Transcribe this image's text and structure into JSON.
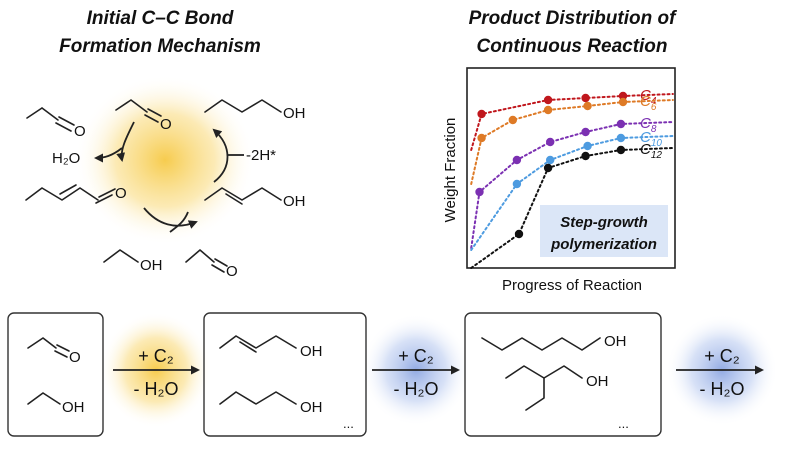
{
  "mechanism": {
    "title_line1": "Initial C–C Bond",
    "title_line2": "Formation Mechanism",
    "water": "H₂O",
    "hydrogen": "-2H*",
    "oh1": "OH",
    "oh2": "OH",
    "oh3": "OH",
    "o1": "O",
    "o2": "O",
    "o3": "O",
    "o4": "O",
    "glow_color": "#f6c945"
  },
  "distribution": {
    "title_line1": "Product Distribution of",
    "title_line2": "Continuous Reaction",
    "ylabel": "Weight Fraction",
    "xlabel": "Progress of Reaction",
    "annotation_line1": "Step-growth",
    "annotation_line2": "polymerization",
    "annotation_bg": "#dbe6f7"
  },
  "chart_data": {
    "type": "scatter",
    "xlabel": "Progress of Reaction",
    "ylabel": "Weight Fraction",
    "xlim": [
      0,
      1
    ],
    "ylim": [
      0,
      1
    ],
    "grid": false,
    "legend_position": "right",
    "annotation": "Step-growth polymerization",
    "series": [
      {
        "name": "C4",
        "sub": "4",
        "color": "#c0171d",
        "points": [
          [
            0.07,
            0.77
          ],
          [
            0.39,
            0.84
          ],
          [
            0.57,
            0.85
          ],
          [
            0.75,
            0.86
          ]
        ]
      },
      {
        "name": "C6",
        "sub": "6",
        "color": "#de7a26",
        "points": [
          [
            0.07,
            0.65
          ],
          [
            0.22,
            0.74
          ],
          [
            0.39,
            0.79
          ],
          [
            0.58,
            0.81
          ],
          [
            0.75,
            0.83
          ]
        ]
      },
      {
        "name": "C8",
        "sub": "8",
        "color": "#7b30b2",
        "points": [
          [
            0.06,
            0.38
          ],
          [
            0.24,
            0.54
          ],
          [
            0.4,
            0.63
          ],
          [
            0.57,
            0.68
          ],
          [
            0.74,
            0.72
          ]
        ]
      },
      {
        "name": "C10",
        "sub": "10",
        "color": "#4d9be0",
        "points": [
          [
            0.24,
            0.42
          ],
          [
            0.4,
            0.54
          ],
          [
            0.58,
            0.61
          ],
          [
            0.74,
            0.65
          ]
        ]
      },
      {
        "name": "C12",
        "sub": "12",
        "color": "#111111",
        "points": [
          [
            0.25,
            0.17
          ],
          [
            0.39,
            0.5
          ],
          [
            0.57,
            0.56
          ],
          [
            0.74,
            0.59
          ]
        ]
      }
    ]
  },
  "process": {
    "step1_plus": "+ C₂",
    "step1_minus": "- H₂O",
    "step2_plus": "+ C₂",
    "step2_minus": "- H₂O",
    "step3_plus": "+ C₂",
    "step3_minus": "- H₂O",
    "box1_o": "O",
    "box1_oh": "OH",
    "box2_oh1": "OH",
    "box2_oh2": "OH",
    "box2_more": "...",
    "box3_oh1": "OH",
    "box3_oh2": "OH",
    "box3_more": "...",
    "yellow_glow": "#f6c945",
    "blue_glow": "#6f8fd9"
  }
}
